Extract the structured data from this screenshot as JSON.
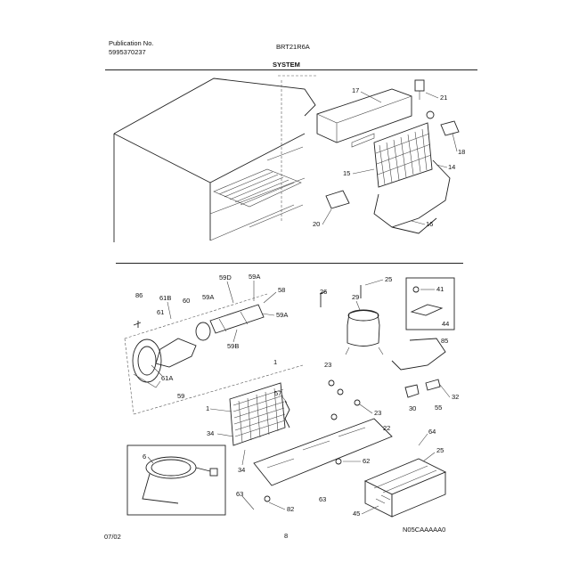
{
  "header": {
    "publication_label": "Publication No.",
    "publication_number": "5995370237",
    "model": "BRT21R6A",
    "section": "SYSTEM"
  },
  "footer": {
    "date": "07/02",
    "page": "8",
    "code": "N05CAAAAA0"
  },
  "callouts": {
    "c17": "17",
    "c21": "21",
    "c18": "18",
    "c15": "15",
    "c14": "14",
    "c20": "20",
    "c16": "16",
    "c86": "86",
    "c61B": "61B",
    "c60": "60",
    "c59A_a": "59A",
    "c59D": "59D",
    "c59A_b": "59A",
    "c58": "58",
    "c61": "61",
    "c59A_c": "59A",
    "c59B": "59B",
    "c61A": "61A",
    "c59": "59",
    "c26a": "26",
    "c29": "29",
    "c25": "25",
    "c41": "41",
    "c44": "44",
    "c85": "85",
    "c1a": "1",
    "c57": "57",
    "c23a": "23",
    "c23b": "23",
    "c32": "32",
    "c30": "30",
    "c55": "55",
    "c1b": "1",
    "c34a": "34",
    "c34b": "34",
    "c22": "22",
    "c64": "64",
    "c25b": "25",
    "c6": "6",
    "c62": "62",
    "c63a": "63",
    "c63b": "63",
    "c82": "82",
    "c45": "45"
  }
}
